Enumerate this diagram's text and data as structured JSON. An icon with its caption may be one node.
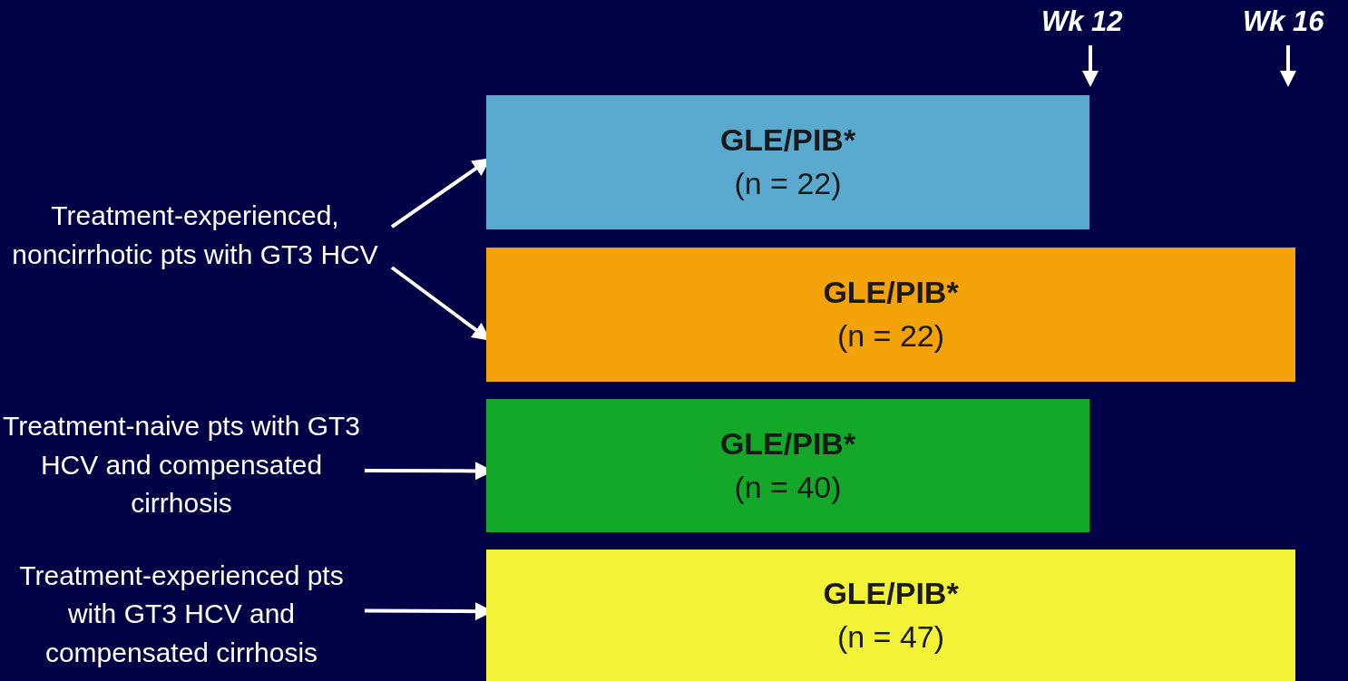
{
  "diagram": {
    "nodes": [
      {
        "text": [
          "Treatment-experienced, noncirrhotic pts with GT3 HCV"
        ]
      },
      {
        "text": [
          "GLE/PIB*",
          "(n = 22)"
        ]
      },
      {
        "text": [
          "GLE/PIB*",
          "(n = 22)"
        ]
      },
      {
        "text": [
          "Treatment-naive pts with GT3 HCV and compensated cirrhosis"
        ]
      },
      {
        "text": [
          "GLE/PIB*",
          "(n = 40)"
        ]
      },
      {
        "text": [
          "Treatment-experienced pts with GT3 HCV and compensated cirrhosis"
        ]
      },
      {
        "text": [
          "GLE/PIB*",
          "(n = 47)"
        ]
      }
    ],
    "edges": [
      {
        "from": 0,
        "to": 1,
        "arrow": "to"
      },
      {
        "from": 0,
        "to": 2,
        "arrow": "to"
      },
      {
        "from": 3,
        "to": 4,
        "arrow": "to"
      },
      {
        "from": 5,
        "to": 6,
        "arrow": "to"
      }
    ],
    "labels": [
      "Wk 12",
      "Wk 16"
    ]
  }
}
